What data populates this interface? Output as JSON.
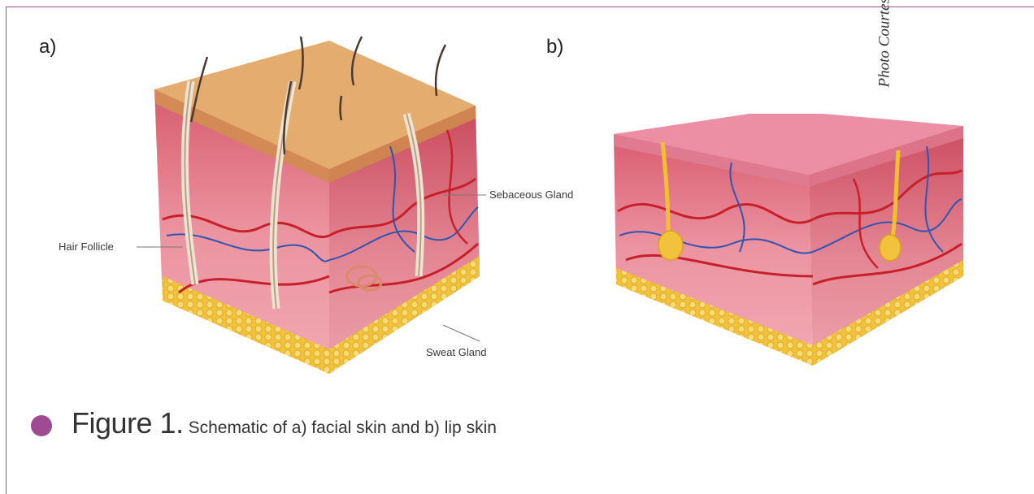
{
  "panels": {
    "a_label": "a)",
    "b_label": "b)"
  },
  "callouts": {
    "sebaceous": "Sebaceous Gland",
    "hair_follicle": "Hair Follicle",
    "sweat": "Sweat Gland"
  },
  "caption": {
    "figure": "Figure 1.",
    "text": "Schematic of a) facial skin and b) lip skin"
  },
  "credit": "Photo Courtesy: Graphic ©Innovative Skincare",
  "colors": {
    "accent": "#a04a93",
    "epidermis_face": "#e2a76a",
    "epidermis_lip": "#ec8fa5",
    "dermis": "#e8828f",
    "fat": "#f2c84a",
    "artery": "#c8202a",
    "vein": "#2e55b0"
  }
}
